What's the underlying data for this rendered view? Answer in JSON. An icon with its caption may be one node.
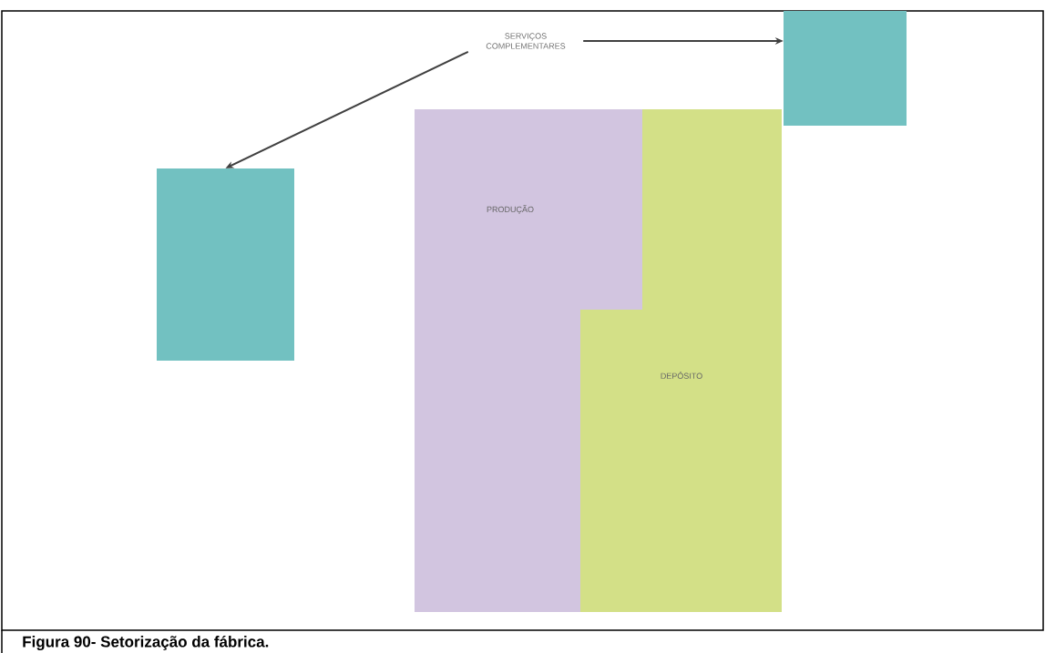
{
  "diagram": {
    "caption": "Figura 90- Setorização da fábrica.",
    "nodes": [
      {
        "text": [
          "SERVIÇOS COMPLEMENTARES"
        ]
      },
      {
        "text": [],
        "shape": "box"
      },
      {
        "text": [],
        "shape": "box"
      },
      {
        "text": [
          "PRODUÇÃO"
        ]
      },
      {
        "text": [
          "DEPÓSITO"
        ]
      }
    ],
    "edges": [
      {
        "from": 0,
        "to": 1,
        "arrow": "to"
      },
      {
        "from": 0,
        "to": 2,
        "arrow": "to"
      }
    ]
  }
}
